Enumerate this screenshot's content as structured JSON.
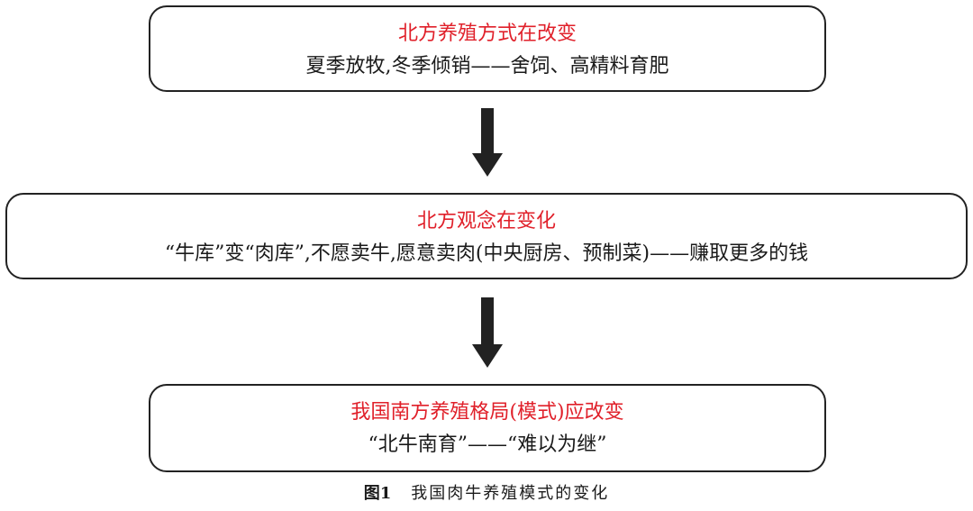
{
  "colors": {
    "title_accent": "#e0202a",
    "text": "#1a1a1a",
    "border": "#222222"
  },
  "boxes": [
    {
      "title": "北方养殖方式在改变",
      "body": "夏季放牧,冬季倾销——舍饲、高精料育肥"
    },
    {
      "title": "北方观念在变化",
      "body": "“牛库”变“肉库”,不愿卖牛,愿意卖肉(中央厨房、预制菜)——赚取更多的钱"
    },
    {
      "title": "我国南方养殖格局(模式)应改变",
      "body": "“北牛南育”——“难以为继”"
    }
  ],
  "arrows": [
    {
      "icon": "down-arrow-icon"
    },
    {
      "icon": "down-arrow-icon"
    }
  ],
  "caption": {
    "label": "图1",
    "text": "我国肉牛养殖模式的变化"
  }
}
